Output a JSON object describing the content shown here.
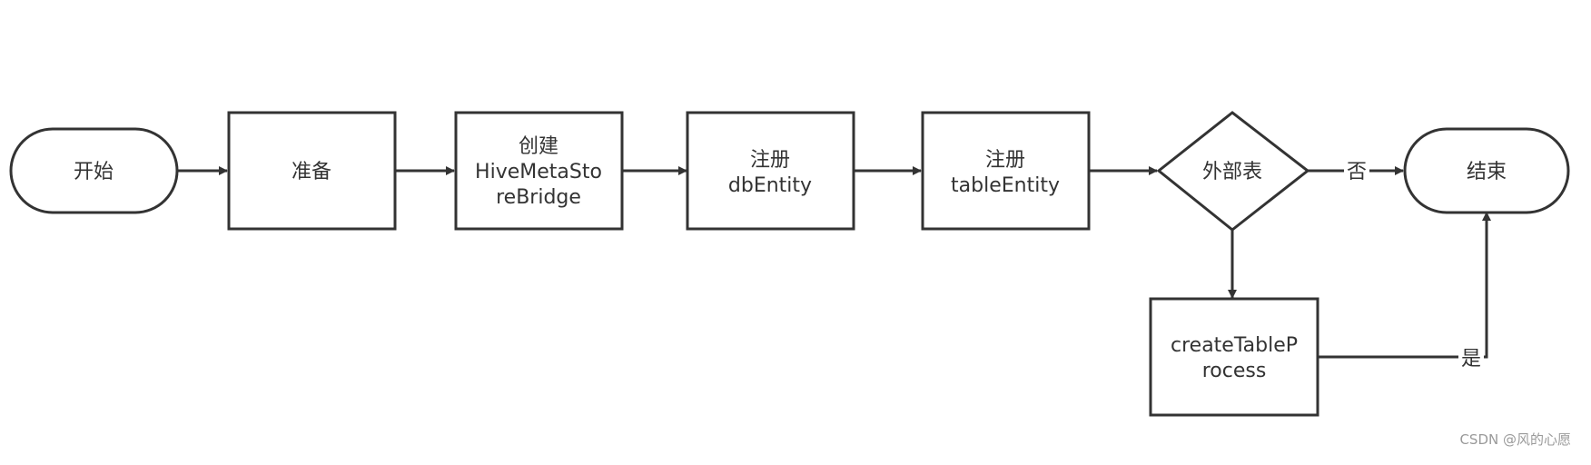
{
  "diagram": {
    "nodes": {
      "start": "开始",
      "prepare": "准备",
      "create_bridge": [
        "创建",
        "HiveMetaSto",
        "reBridge"
      ],
      "register_db": [
        "注册",
        "dbEntity"
      ],
      "register_table": [
        "注册",
        "tableEntity"
      ],
      "external_table": "外部表",
      "create_table_process": [
        "createTableP",
        "rocess"
      ],
      "end": "结束"
    },
    "edges": {
      "no_label": "否",
      "yes_label": "是"
    }
  },
  "watermark": "CSDN @风的心愿"
}
